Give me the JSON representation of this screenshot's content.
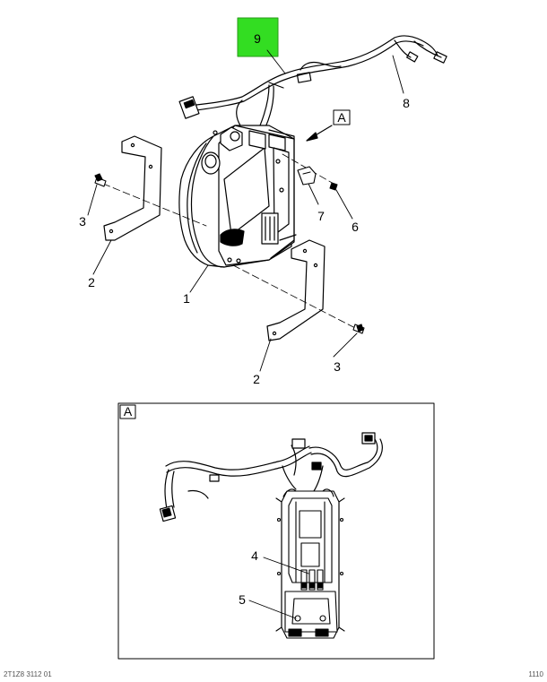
{
  "callouts": {
    "c9": "9",
    "c8": "8",
    "c7": "7",
    "c6": "6",
    "c3_top": "3",
    "c3_bottom": "3",
    "c2_top": "2",
    "c2_bottom": "2",
    "c1": "1",
    "c4": "4",
    "c5": "5"
  },
  "view_label": "A",
  "inset_label": "A",
  "highlight_color": "#33dd22",
  "footer": {
    "left": "2T1Z8 3112 01",
    "right": "1110"
  }
}
